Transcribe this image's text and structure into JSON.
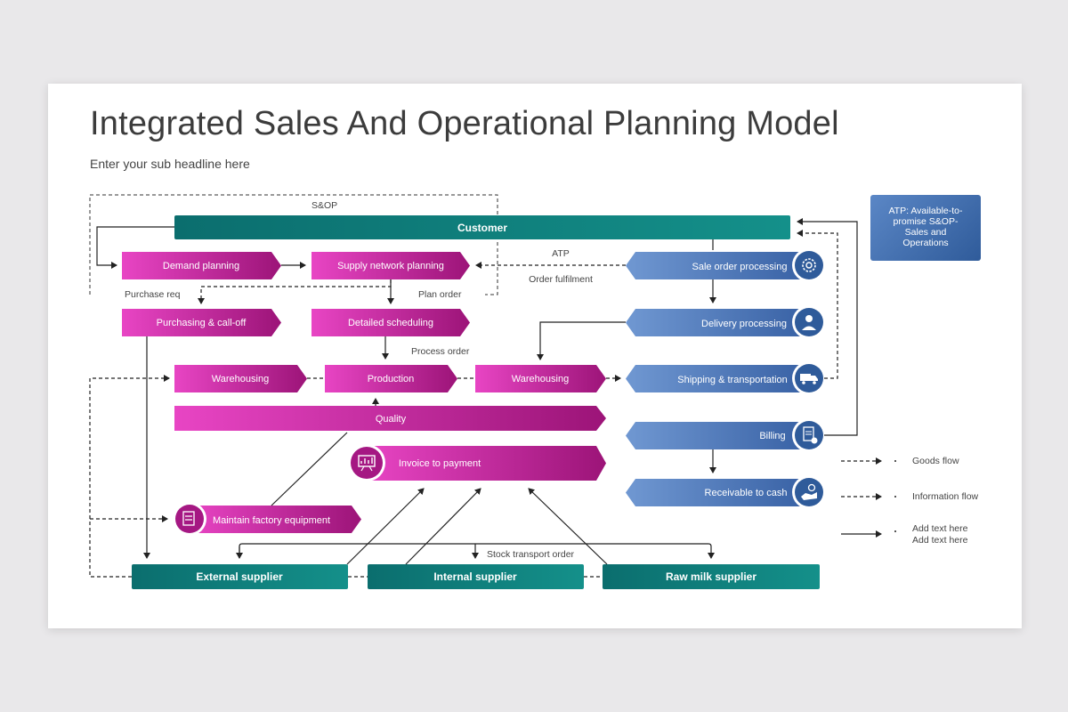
{
  "title": "Integrated Sales And Operational Planning Model",
  "subtitle": "Enter your sub headline here",
  "colors": {
    "pink_start": "#e845c4",
    "pink_end": "#9c1478",
    "teal_start": "#0b6e6e",
    "teal_end": "#128a85",
    "blue_start": "#6f95cf",
    "blue_end": "#3a63a6"
  },
  "annotations": {
    "sop": "S&OP",
    "atp": "ATP",
    "order_fulfilment": "Order fulfilment",
    "purchase_req": "Purchase req",
    "plan_order": "Plan order",
    "process_order": "Process order",
    "stock_transport_order": "Stock transport order"
  },
  "nodes": {
    "customer": "Customer",
    "demand_planning": "Demand planning",
    "supply_network_planning": "Supply network planning",
    "purchasing": "Purchasing & call-off",
    "detailed_scheduling": "Detailed scheduling",
    "warehousing_left": "Warehousing",
    "production": "Production",
    "warehousing_right": "Warehousing",
    "quality": "Quality",
    "invoice_to_payment": "Invoice to payment",
    "maintain_factory": "Maintain factory equipment",
    "sale_order_processing": "Sale order processing",
    "delivery_processing": "Delivery processing",
    "shipping_transportation": "Shipping & transportation",
    "billing": "Billing",
    "receivable_to_cash": "Receivable to cash",
    "external_supplier": "External supplier",
    "internal_supplier": "Internal supplier",
    "raw_milk_supplier": "Raw milk supplier"
  },
  "atp_note": "ATP: Available-to-promise S&OP- Sales and Operations",
  "legend": {
    "goods_flow": "Goods flow",
    "information_flow": "Information flow",
    "add_text_1": "Add text here",
    "add_text_2": "Add text here"
  },
  "icons": [
    "gear-icon",
    "person-gear-icon",
    "truck-icon",
    "clipboard-check-icon",
    "hand-coin-icon",
    "presentation-chart-icon",
    "document-icon"
  ]
}
